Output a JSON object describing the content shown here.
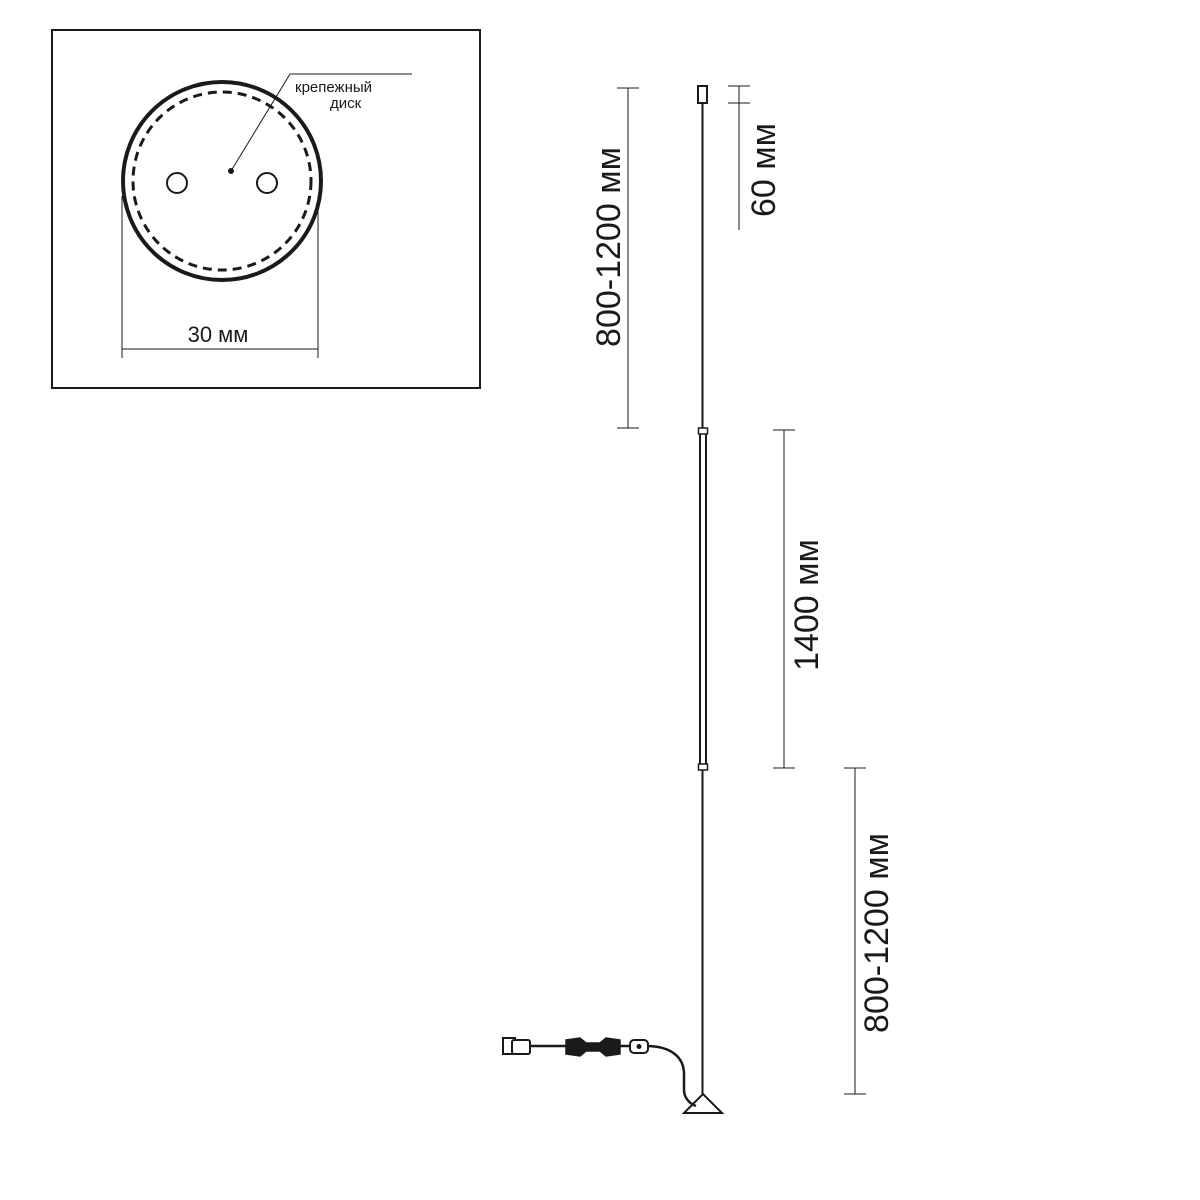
{
  "detail": {
    "callout_line1": "крепежный",
    "callout_line2": "диск",
    "width_label": "30 мм"
  },
  "dimensions": {
    "top_segment": "800-1200 мм",
    "cap": "60 мм",
    "middle_segment": "1400 мм",
    "bottom_segment": "800-1200 мм"
  },
  "colors": {
    "line": "#1a1a1a",
    "background": "#ffffff"
  }
}
